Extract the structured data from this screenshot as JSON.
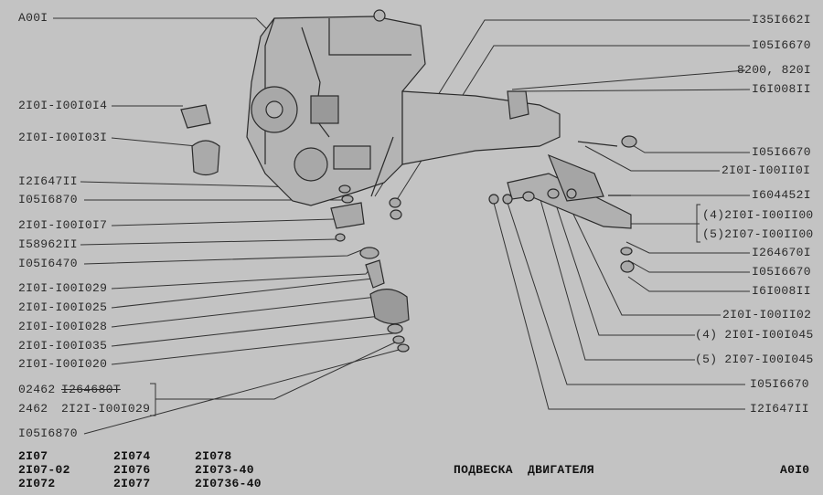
{
  "left_labels": {
    "l0": "A00I",
    "l1": "2I0I-I00I0I4",
    "l2": "2I0I-I00I03I",
    "l3": "I2I647II",
    "l4": "I05I6870",
    "l5": "2I0I-I00I0I7",
    "l6": "I58962II",
    "l7": "I05I6470",
    "l8": "2I0I-I00I029",
    "l9": "2I0I-I00I025",
    "l10": "2I0I-I00I028",
    "l11": "2I0I-I00I035",
    "l12": "2I0I-I00I020",
    "l13a": "02462",
    "l13b": "I264680T",
    "l14a": "2462",
    "l14b": "2I2I-I00I029",
    "l15": "I05I6870"
  },
  "right_labels": {
    "r0": "I35I662I",
    "r1": "I05I6670",
    "r2": "8200, 820I",
    "r3": "I6I008II",
    "r4": "I05I6670",
    "r5": "2I0I-I00II0I",
    "r6": "I604452I",
    "r7": "(4)2I0I-I00II00",
    "r8": "(5)2I07-I00II00",
    "r9": "I264670I",
    "r10": "I05I6670",
    "r11": "I6I008II",
    "r12": "2I0I-I00II02",
    "r13": "(4) 2I0I-I00I045",
    "r14": "(5) 2I07-I00I045",
    "r15": "I05I6670",
    "r16": "I2I647II"
  },
  "models": {
    "col1": [
      "2I07",
      "2I07-02",
      "2I072"
    ],
    "col2": [
      "2I074",
      "2I076",
      "2I077"
    ],
    "col3": [
      "2I078",
      "2I073-40",
      "2I0736-40"
    ]
  },
  "title": "ПОДВЕСКА  ДВИГАТЕЛЯ",
  "page_code": "A0I0"
}
